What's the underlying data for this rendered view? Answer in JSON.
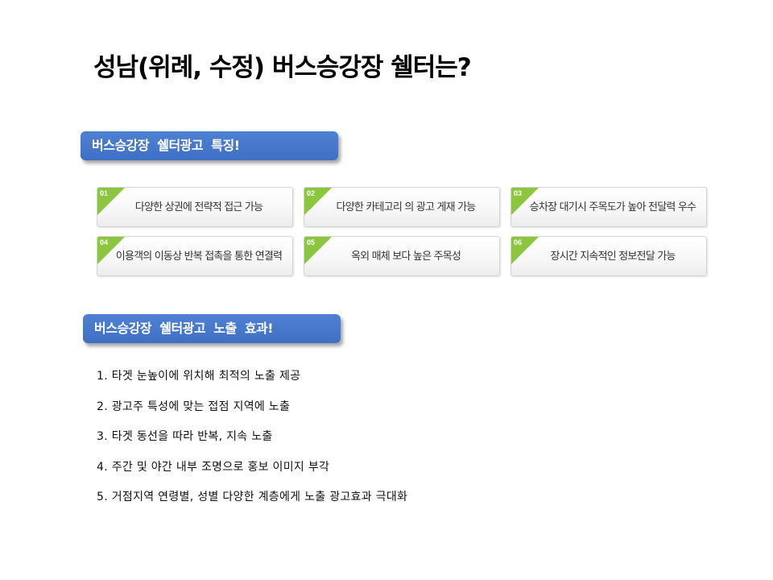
{
  "title": "성남(위례, 수정) 버스승강장 쉘터는?",
  "features_section": {
    "heading": "버스승강장  쉘터광고  특징!",
    "items": [
      {
        "num": "01",
        "text": "다양한 상권에 전략적 접근 가능"
      },
      {
        "num": "02",
        "text": "다양한 카테고리 의 광고 게재 가능"
      },
      {
        "num": "03",
        "text": "승차장 대기시 주목도가 높아 전달력 우수"
      },
      {
        "num": "04",
        "text": "이용객의 이동상 반복 접촉을 통한 연결력"
      },
      {
        "num": "05",
        "text": "옥외 매체 보다 높은 주목성"
      },
      {
        "num": "06",
        "text": "장시간 지속적인 정보전달 가능"
      }
    ]
  },
  "effects_section": {
    "heading": "버스승강장  쉘터광고  노출  효과!",
    "items": [
      "1. 타겟 눈높이에 위치해 최적의 노출 제공",
      "2. 광고주 특성에 맞는 접점 지역에 노출",
      "3. 타겟 동선을 따라 반복, 지속 노출",
      "4. 주간 및 야간 내부 조명으로 홍보 이미지 부각",
      "5. 거점지역 연령별, 성별 다양한 계층에게 노출 광고효과 극대화"
    ]
  },
  "colors": {
    "banner_blue": "#4472c4",
    "badge_green": "#8cc63f"
  }
}
